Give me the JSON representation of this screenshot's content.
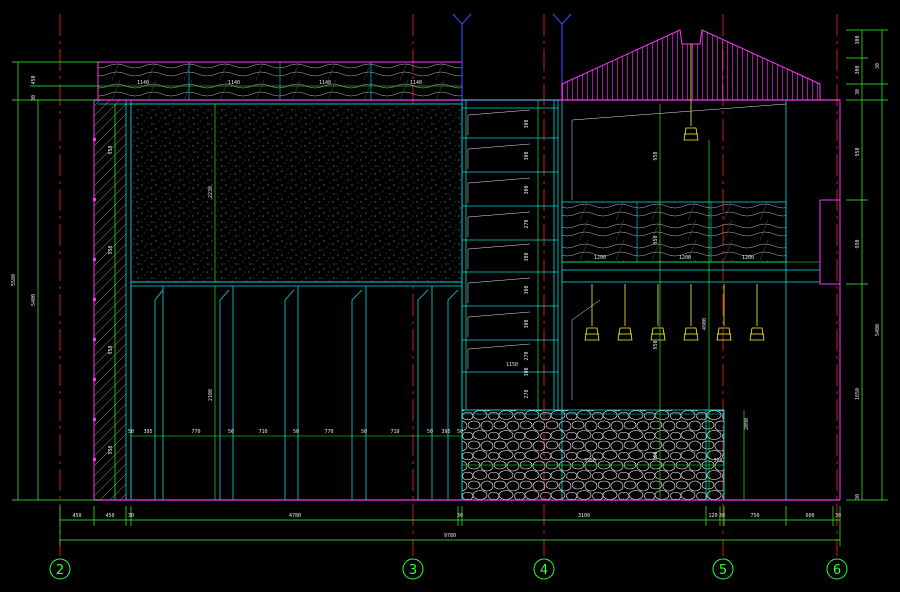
{
  "colors": {
    "background": "#000000",
    "axis_line": "#ff2222",
    "outline": "#ff33ff",
    "frame": "#00dddd",
    "dimension": "#33ff33",
    "text": "#e8e8e8",
    "lamp": "#ffee33",
    "column": "#3344ff"
  },
  "axes": [
    {
      "id": "axis-2",
      "label": "2"
    },
    {
      "id": "axis-3",
      "label": "3"
    },
    {
      "id": "axis-4",
      "label": "4"
    },
    {
      "id": "axis-5",
      "label": "5"
    },
    {
      "id": "axis-6",
      "label": "6"
    }
  ],
  "bottom_dims": {
    "row1": [
      "450",
      "450",
      "30",
      "4780",
      "30",
      "3100",
      "120",
      "30",
      "750",
      "600",
      "30"
    ],
    "total": "9780"
  },
  "left_dims": {
    "outer": "5580",
    "inner": "5400",
    "segments": [
      "450",
      "30",
      "950",
      "950",
      "950",
      "950"
    ]
  },
  "right_dims": {
    "outer": "5400",
    "top": [
      "300",
      "300",
      "30",
      "30"
    ],
    "segments": [
      "950",
      "950",
      "1650",
      "30"
    ]
  },
  "upper_band_dims": [
    "1140",
    "1140",
    "1140",
    "1140"
  ],
  "interior_dims": {
    "panel_height": "2230",
    "lower_height": "2100",
    "bay_widths": [
      "50",
      "395",
      "770",
      "50",
      "710",
      "50",
      "770",
      "50",
      "710",
      "50",
      "395",
      "50"
    ],
    "shelf_marks": [
      "300",
      "300",
      "300",
      "270",
      "300",
      "300",
      "300",
      "270",
      "300",
      "270"
    ],
    "shelf_width": "1150",
    "stone_wall_width": "3950",
    "stone_wall_height": "2090",
    "stone_wall_side": "300",
    "right_panel_widths": [
      "1200",
      "1200",
      "1200"
    ],
    "right_heights": [
      "950",
      "950",
      "4900",
      "950"
    ],
    "pendant_height": "950"
  }
}
